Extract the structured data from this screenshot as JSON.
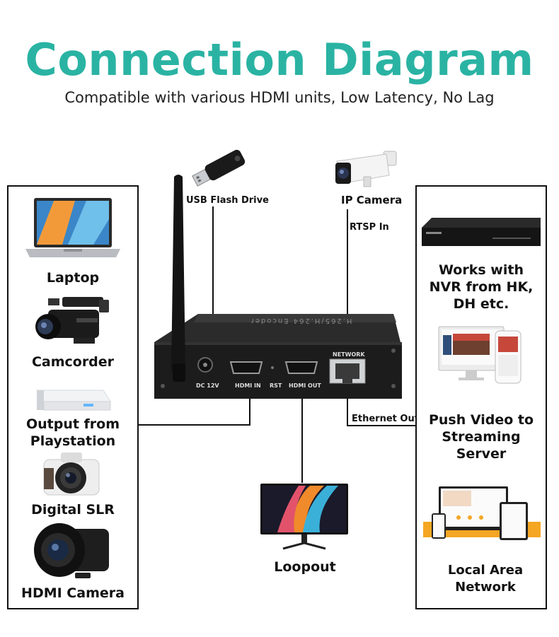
{
  "title": "Connection Diagram",
  "subtitle": "Compatible with various HDMI units, Low Latency, No Lag",
  "inputs": [
    {
      "label": "Laptop",
      "icon": "laptop-icon"
    },
    {
      "label": "Camcorder",
      "icon": "camcorder-icon"
    },
    {
      "label": "Output from Playstation",
      "icon": "playstation-icon"
    },
    {
      "label": "Digital SLR",
      "icon": "dslr-camera-icon"
    },
    {
      "label": "HDMI Camera",
      "icon": "hdmi-camera-icon"
    }
  ],
  "top_devices": {
    "usb": {
      "label": "USB Flash Drive",
      "icon": "usb-flash-drive-icon"
    },
    "ip_camera": {
      "label": "IP Camera",
      "icon": "ip-camera-icon",
      "link_label": "RTSP In"
    }
  },
  "encoder": {
    "top_text": "H.265/H.264 Encoder",
    "ports": {
      "dc": "DC 12V",
      "hdmi_in": "HDMI IN",
      "rst": "RST",
      "hdmi_out": "HDMI OUT",
      "network": "NETWORK"
    }
  },
  "loopout": {
    "label": "Loopout",
    "icon": "monitor-icon"
  },
  "ethernet_label": "Ethernet Out",
  "outputs": [
    {
      "label": "Works with NVR from HK, DH etc.",
      "icon": "nvr-icon"
    },
    {
      "label": "Push Video to Streaming Server",
      "icon": "streaming-screens-icon"
    },
    {
      "label": "Local Area Network",
      "icon": "lan-devices-icon"
    }
  ],
  "colors": {
    "title": "#2ab3a3",
    "device": "#1c1c1c",
    "accent_orange": "#f5a623"
  }
}
